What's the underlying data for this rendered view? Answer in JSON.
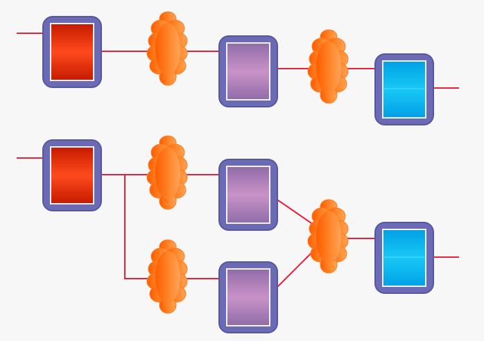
{
  "colors": {
    "background": "#f7f7f7",
    "wire": "#e8203c",
    "frame": "#6a6ab5",
    "frame_edge": "#5656a0",
    "cloud_light": "#ffa45a",
    "cloud_dark": "#ff5c00",
    "red_light": "#ff4a1c",
    "red_dark": "#c41a00",
    "purple_light": "#c992c8",
    "purple_dark": "#8f6ca8",
    "cyan_light": "#19c8f5",
    "cyan_dark": "#00a0e6"
  },
  "diagram": {
    "description_free": true,
    "node_kinds": [
      "red-block",
      "purple-block",
      "cyan-block",
      "cloud"
    ],
    "top_chain": [
      "red-block",
      "cloud",
      "purple-block",
      "cloud",
      "cyan-block"
    ],
    "bottom_graph": {
      "nodes": [
        "red-block",
        "cloud",
        "cloud",
        "purple-block",
        "purple-block",
        "cloud",
        "cyan-block"
      ],
      "edges": [
        [
          "red-block",
          "cloud-upper"
        ],
        [
          "red-block",
          "cloud-lower"
        ],
        [
          "cloud-upper",
          "purple-block-upper"
        ],
        [
          "cloud-lower",
          "purple-block-lower"
        ],
        [
          "purple-block-upper",
          "cloud-merge"
        ],
        [
          "purple-block-lower",
          "cloud-merge"
        ],
        [
          "cloud-merge",
          "cyan-block"
        ]
      ]
    }
  }
}
